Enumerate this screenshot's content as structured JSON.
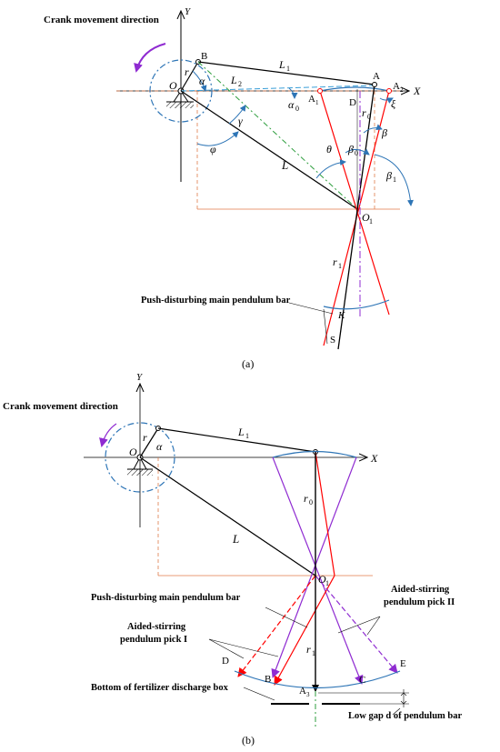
{
  "colors": {
    "black": "#000000",
    "crank_blue": "#2e75b6",
    "red": "#ff0000",
    "purple": "#8f2bd1",
    "orange_dash": "#e07a4a",
    "green_dash": "#2e9e3e",
    "cyan_dash": "#3a9fd8",
    "lightblue_arc": "#2e75b6"
  },
  "panel_a": {
    "title": "Crank movement direction",
    "axis_y": "Y",
    "axis_x": "X",
    "labels": {
      "O": "O",
      "B": "B",
      "r": "r",
      "alpha": "α",
      "L1": "L",
      "L1_sub": "1",
      "L2": "L",
      "L2_sub": "2",
      "A": "A",
      "A1": "A",
      "A1_sub": "1",
      "A2": "A",
      "A2_sub": "2",
      "D": "D",
      "alpha0": "α",
      "alpha0_sub": "0",
      "r0": "r",
      "r0_sub": "0",
      "xi": "ξ",
      "gamma": "γ",
      "beta": "β",
      "theta": "θ",
      "beta0": "β",
      "beta0_sub": "0",
      "phi": "φ",
      "L": "L",
      "beta1": "β",
      "beta1_sub": "1",
      "O1": "O",
      "O1_sub": "1",
      "r1": "r",
      "r1_sub": "1",
      "K": "K",
      "S": "S"
    },
    "callout": "Push-disturbing main pendulum bar",
    "caption": "(a)"
  },
  "panel_b": {
    "title": "Crank movement direction",
    "axis_y": "Y",
    "axis_x": "X",
    "labels": {
      "O": "O",
      "r": "r",
      "alpha": "α",
      "L1": "L",
      "L1_sub": "1",
      "r0": "r",
      "r0_sub": "0",
      "L": "L",
      "O1": "O",
      "O1_sub": "1",
      "r1": "r",
      "r1_sub": "1",
      "D": "D",
      "B": "B",
      "A3": "A",
      "A3_sub": "3",
      "C": "C",
      "E": "E"
    },
    "callout_main": "Push-disturbing main pendulum bar",
    "callout_pick2_line1": "Aided-stirring",
    "callout_pick2_line2": "pendulum pick II",
    "callout_pick1_line1": "Aided-stirring",
    "callout_pick1_line2": "pendulum pick I",
    "callout_bottom": "Bottom of fertilizer discharge box",
    "callout_gap": "Low gap d of pendulum bar",
    "caption": "(b)"
  }
}
